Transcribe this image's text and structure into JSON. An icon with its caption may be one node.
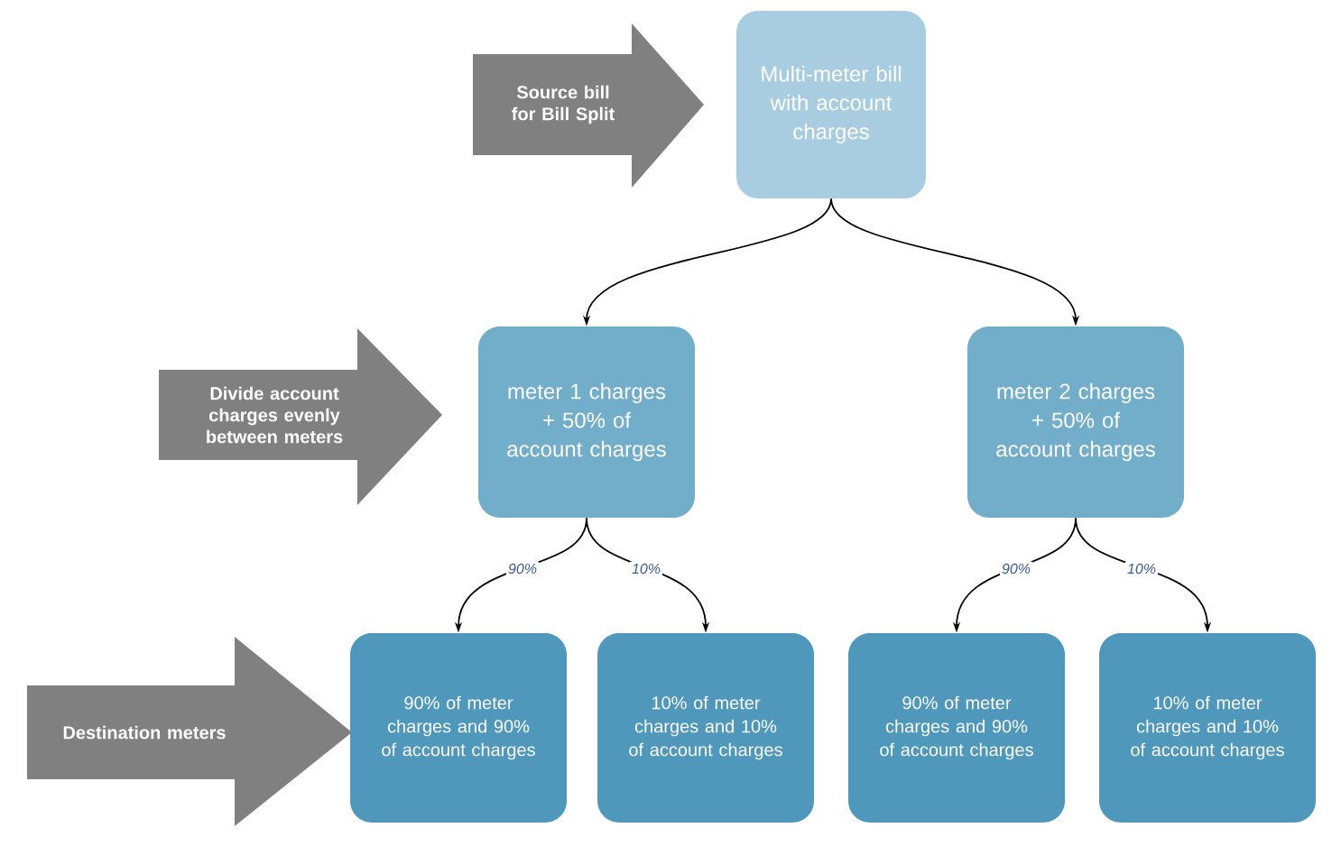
{
  "diagram": {
    "nodes": [
      {
        "text": [
          "Source bill for Bill Split"
        ]
      },
      {
        "text": [
          "Multi-meter bill with account charges"
        ]
      },
      {
        "text": [
          "Divide account charges evenly between meters"
        ]
      },
      {
        "text": [
          "meter 1 charges + 50% of account charges"
        ]
      },
      {
        "text": [
          "meter 2 charges + 50% of account charges"
        ]
      },
      {
        "text": [
          "Destination meters"
        ]
      },
      {
        "text": [
          "90% of meter charges and 90% of account charges"
        ]
      },
      {
        "text": [
          "10% of meter charges and 10% of account charges"
        ]
      },
      {
        "text": [
          "90% of meter charges and 90% of account charges"
        ]
      },
      {
        "text": [
          "10% of meter charges and 10% of account charges"
        ]
      }
    ],
    "edges": [
      {
        "from": 1,
        "to": 3,
        "arrow": "to"
      },
      {
        "from": 1,
        "to": 4,
        "arrow": "to"
      },
      {
        "from": 3,
        "to": 6,
        "arrow": "to",
        "label": "90%"
      },
      {
        "from": 3,
        "to": 7,
        "arrow": "to",
        "label": "10%"
      },
      {
        "from": 4,
        "to": 8,
        "arrow": "to",
        "label": "90%"
      },
      {
        "from": 4,
        "to": 9,
        "arrow": "to",
        "label": "10%"
      }
    ]
  }
}
